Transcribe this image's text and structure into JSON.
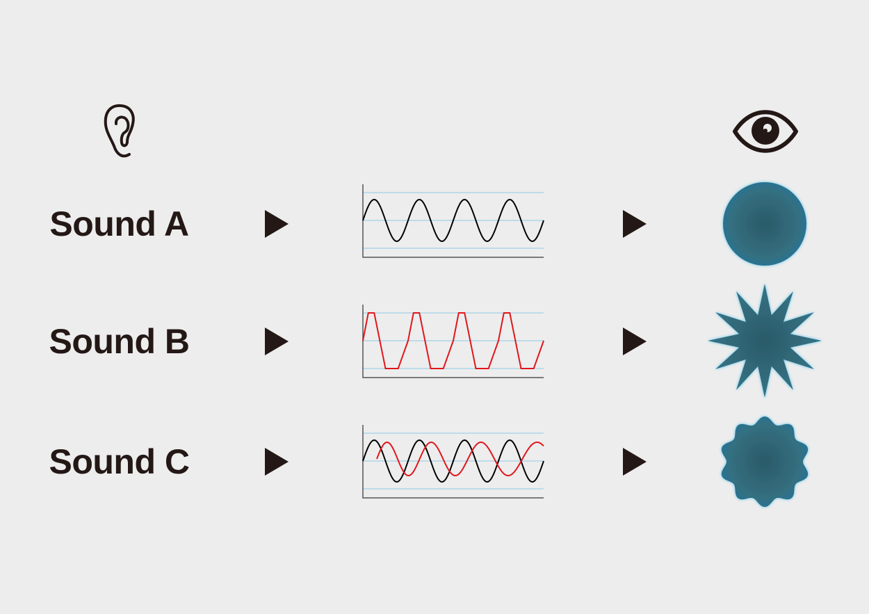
{
  "header": {
    "input_icon": "ear-icon",
    "output_icon": "eye-icon"
  },
  "colors": {
    "text": "#231815",
    "shape_fill": "#2c5f6e",
    "shape_glow": "#5fc4e8",
    "grid": "#8ec9e8",
    "wave_primary": "#000000",
    "wave_secondary": "#e0161b"
  },
  "rows": [
    {
      "label": "Sound A",
      "waveform": "sine",
      "shape": "circle"
    },
    {
      "label": "Sound B",
      "waveform": "trapezoid",
      "shape": "star"
    },
    {
      "label": "Sound C",
      "waveform": "two-sines",
      "shape": "wavy-circle"
    }
  ],
  "arrow_icon": "play-triangle-icon"
}
